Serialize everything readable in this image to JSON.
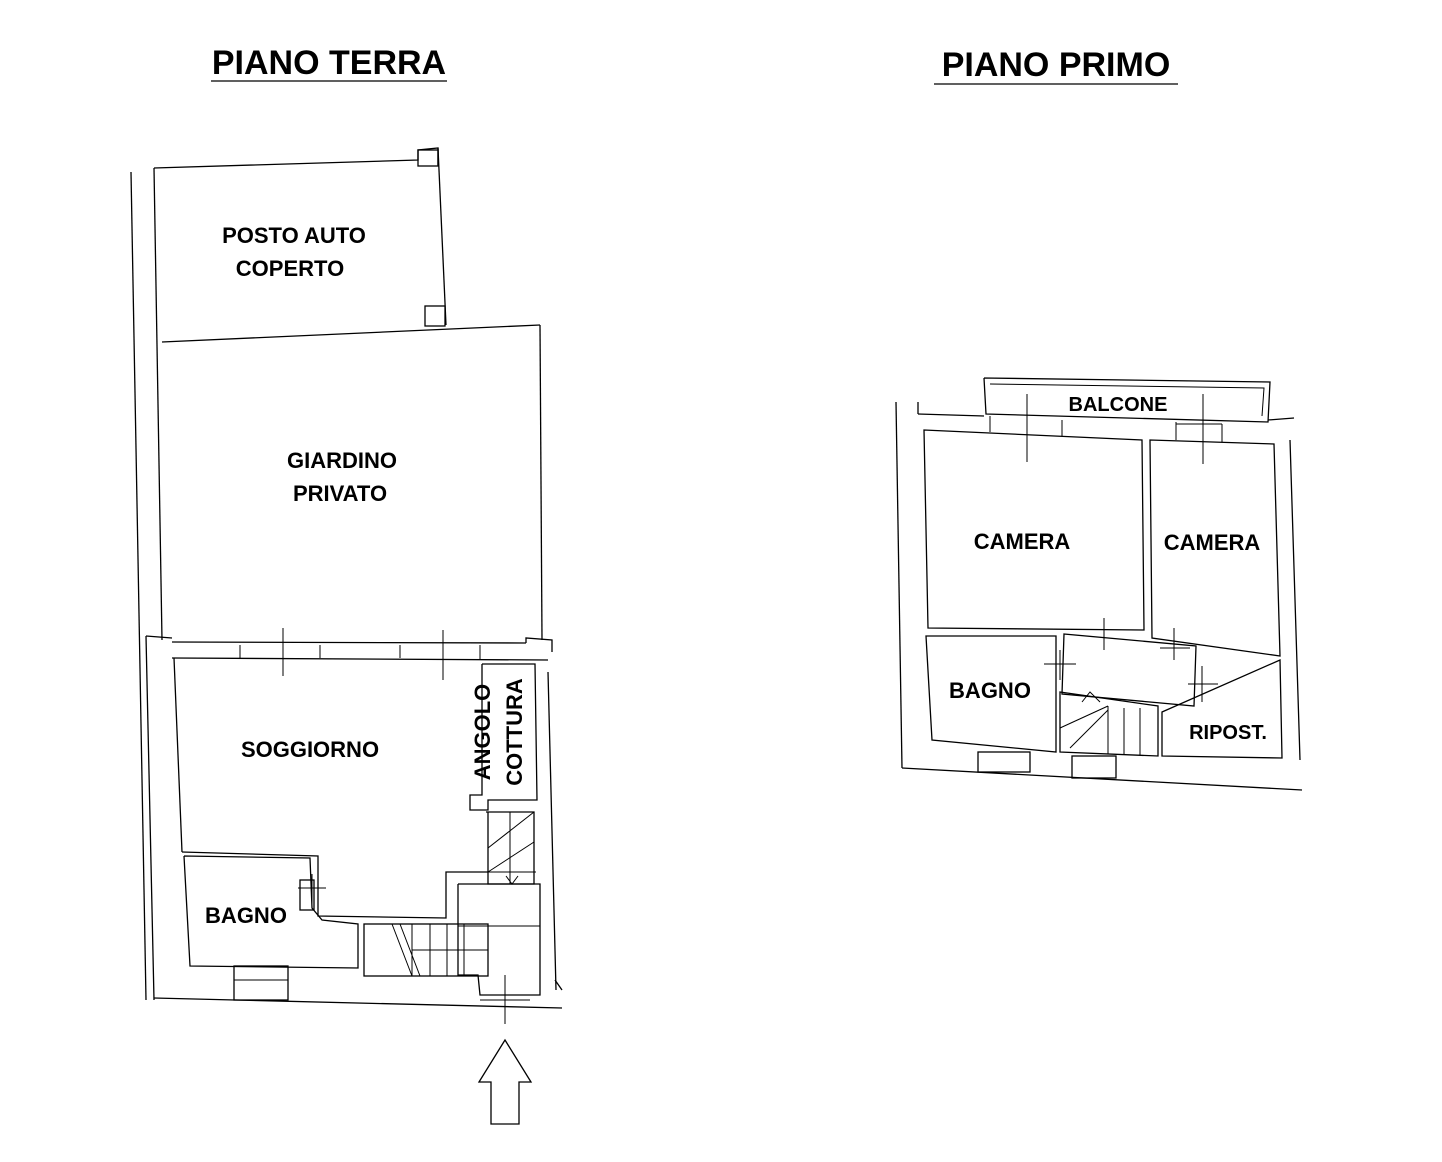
{
  "ground_floor": {
    "title": "PIANO  TERRA",
    "rooms": {
      "posto_auto_line1": "POSTO AUTO",
      "posto_auto_line2": "COPERTO",
      "giardino_line1": "GIARDINO",
      "giardino_line2": "PRIVATO",
      "soggiorno": "SOGGIORNO",
      "angolo_line1": "ANGOLO",
      "angolo_line2": "COTTURA",
      "bagno": "BAGNO"
    }
  },
  "first_floor": {
    "title": "PIANO  PRIMO",
    "rooms": {
      "balcone": "BALCONE",
      "camera_left": "CAMERA",
      "camera_right": "CAMERA",
      "bagno": "BAGNO",
      "ripostiglio": "RIPOST."
    }
  }
}
